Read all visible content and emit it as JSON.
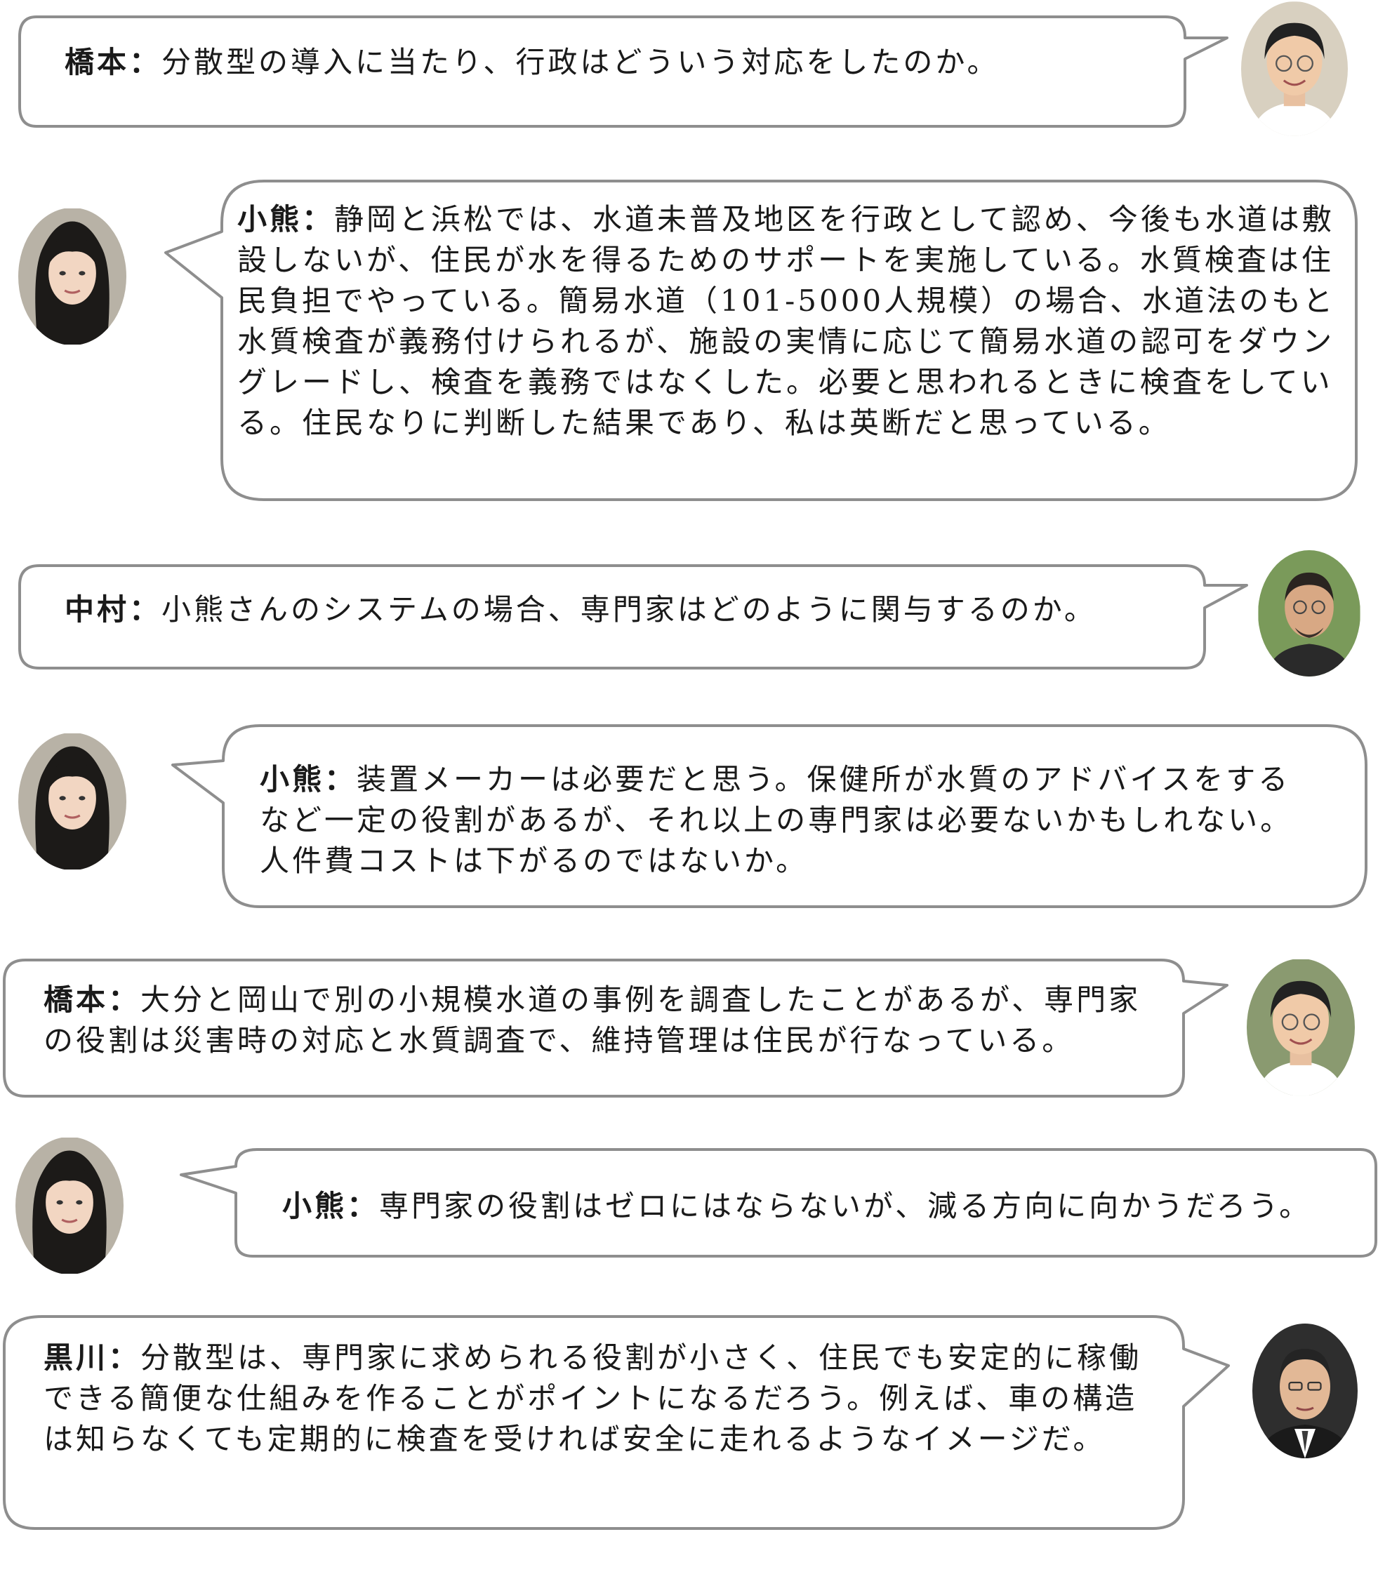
{
  "messages": [
    {
      "speaker": "橋本：",
      "text": "分散型の導入に当たり、行政はどういう対応をしたのか。",
      "avatar": "male-glasses-avatar"
    },
    {
      "speaker": "小熊：",
      "text": "静岡と浜松では、水道未普及地区を行政として認め、今後も水道は敷設しないが、住民が水を得るためのサポートを実施している。水質検査は住民負担でやっている。簡易水道（101-5000人規模）の場合、水道法のもと水質検査が義務付けられるが、施設の実情に応じて簡易水道の認可をダウングレードし、検査を義務ではなくした。必要と思われるときに検査をしている。住民なりに判断した結果であり、私は英断だと思っている。",
      "avatar": "female-avatar"
    },
    {
      "speaker": "中村：",
      "text": "小熊さんのシステムの場合、専門家はどのように関与するのか。",
      "avatar": "male-beard-avatar"
    },
    {
      "speaker": "小熊：",
      "text": "装置メーカーは必要だと思う。保健所が水質のアドバイスをするなど一定の役割があるが、それ以上の専門家は必要ないかもしれない。人件費コストは下がるのではないか。",
      "avatar": "female-avatar"
    },
    {
      "speaker": "橋本：",
      "text": "大分と岡山で別の小規模水道の事例を調査したことがあるが、専門家の役割は災害時の対応と水質調査で、維持管理は住民が行なっている。",
      "avatar": "male-glasses-avatar"
    },
    {
      "speaker": "小熊：",
      "text": "専門家の役割はゼロにはならないが、減る方向に向かうだろう。",
      "avatar": "female-avatar"
    },
    {
      "speaker": "黒川：",
      "text": "分散型は、専門家に求められる役割が小さく、住民でも安定的に稼働できる簡便な仕組みを作ることがポイントになるだろう。例えば、車の構造は知らなくても定期的に検査を受ければ安全に走れるようなイメージだ。",
      "avatar": "male-suit-avatar"
    }
  ]
}
